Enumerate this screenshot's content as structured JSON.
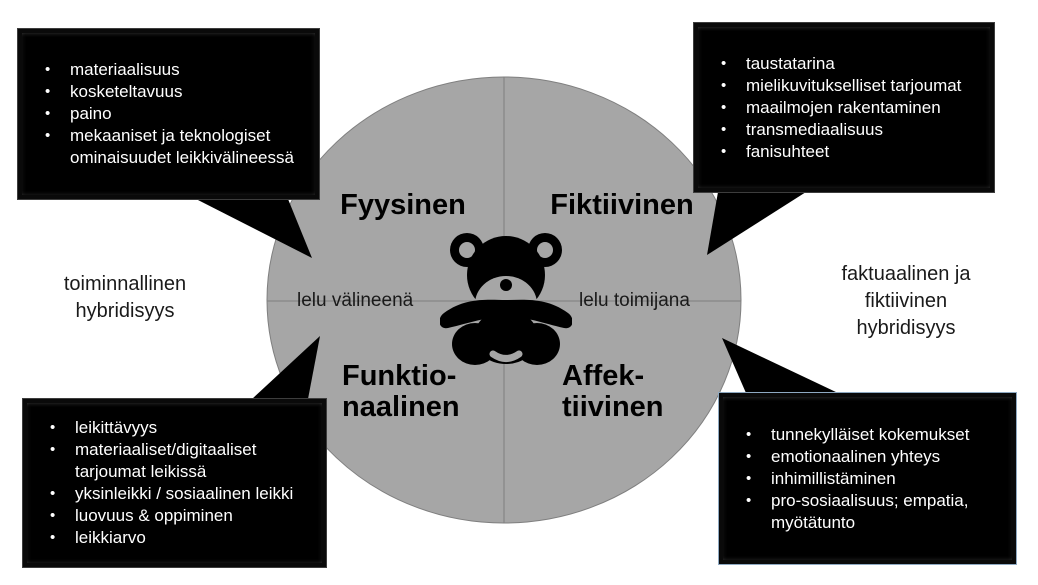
{
  "colors": {
    "background": "#ffffff",
    "circle_fill": "#a6a6a6",
    "circle_stroke": "#7f7f7f",
    "axis_line": "#7f7f7f",
    "callout_bg": "#000000",
    "callout_text": "#ffffff",
    "accent_border": "#8ea9c2",
    "label_text": "#000000"
  },
  "icons": {
    "center": "teddy-bear-icon"
  },
  "circle": {
    "quadrant_top_left": "Fyysinen",
    "quadrant_top_right": "Fiktiivinen",
    "quadrant_bottom_left": "Funktio-\nnaalinen",
    "quadrant_bottom_right": "Affek-\ntiivinen",
    "axis_label_left": "lelu välineenä",
    "axis_label_right": "lelu toimijana"
  },
  "side_labels": {
    "left": "toiminnallinen\nhybridisyys",
    "right": "faktuaalinen ja\nfiktiivinen hybridisyys"
  },
  "callouts": {
    "top_left": {
      "items": [
        "materiaalisuus",
        "kosketeltavuus",
        "paino",
        "mekaaniset ja teknologiset ominaisuudet leikkivälineessä"
      ]
    },
    "top_right": {
      "items": [
        "taustatarina",
        "mielikuvitukselliset tarjoumat",
        "maailmojen rakentaminen",
        "transmediaalisuus",
        "fanisuhteet"
      ]
    },
    "bottom_left": {
      "items": [
        "leikittävyys",
        "materiaaliset/digitaaliset tarjoumat leikissä",
        "yksinleikki / sosiaalinen leikki",
        "luovuus & oppiminen",
        "leikkiarvo"
      ]
    },
    "bottom_right": {
      "items": [
        "tunnekylläiset kokemukset",
        "emotionaalinen yhteys",
        "inhimillistäminen",
        "pro-sosiaalisuus; empatia, myötätunto"
      ]
    }
  }
}
